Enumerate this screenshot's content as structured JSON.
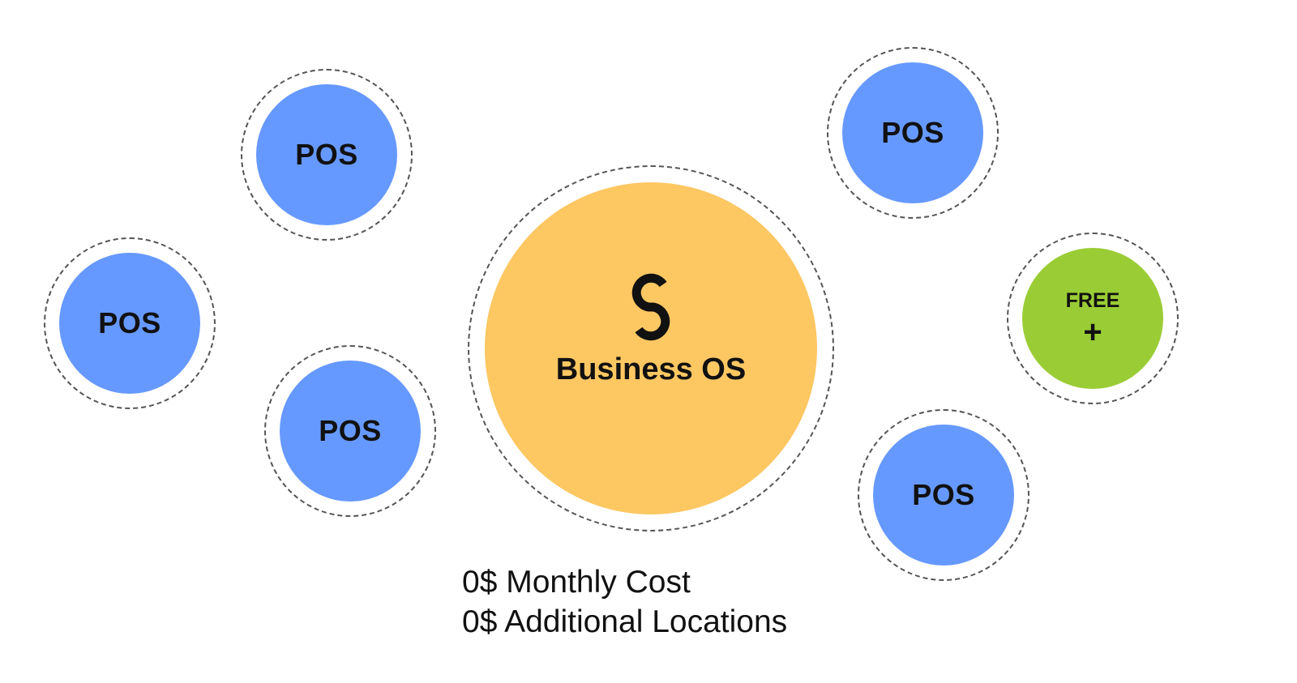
{
  "colors": {
    "pos": "#6699ff",
    "center": "#fdc762",
    "free": "#9acd35",
    "ring": "#555555",
    "text": "#111111"
  },
  "center": {
    "label": "Business OS",
    "icon": "business-os-logo-icon"
  },
  "pos_nodes": [
    {
      "label": "POS"
    },
    {
      "label": "POS"
    },
    {
      "label": "POS"
    },
    {
      "label": "POS"
    },
    {
      "label": "POS"
    }
  ],
  "free_node": {
    "label": "FREE",
    "symbol": "+"
  },
  "footer": {
    "line1": "0$ Monthly Cost",
    "line2": "0$ Additional Locations"
  }
}
